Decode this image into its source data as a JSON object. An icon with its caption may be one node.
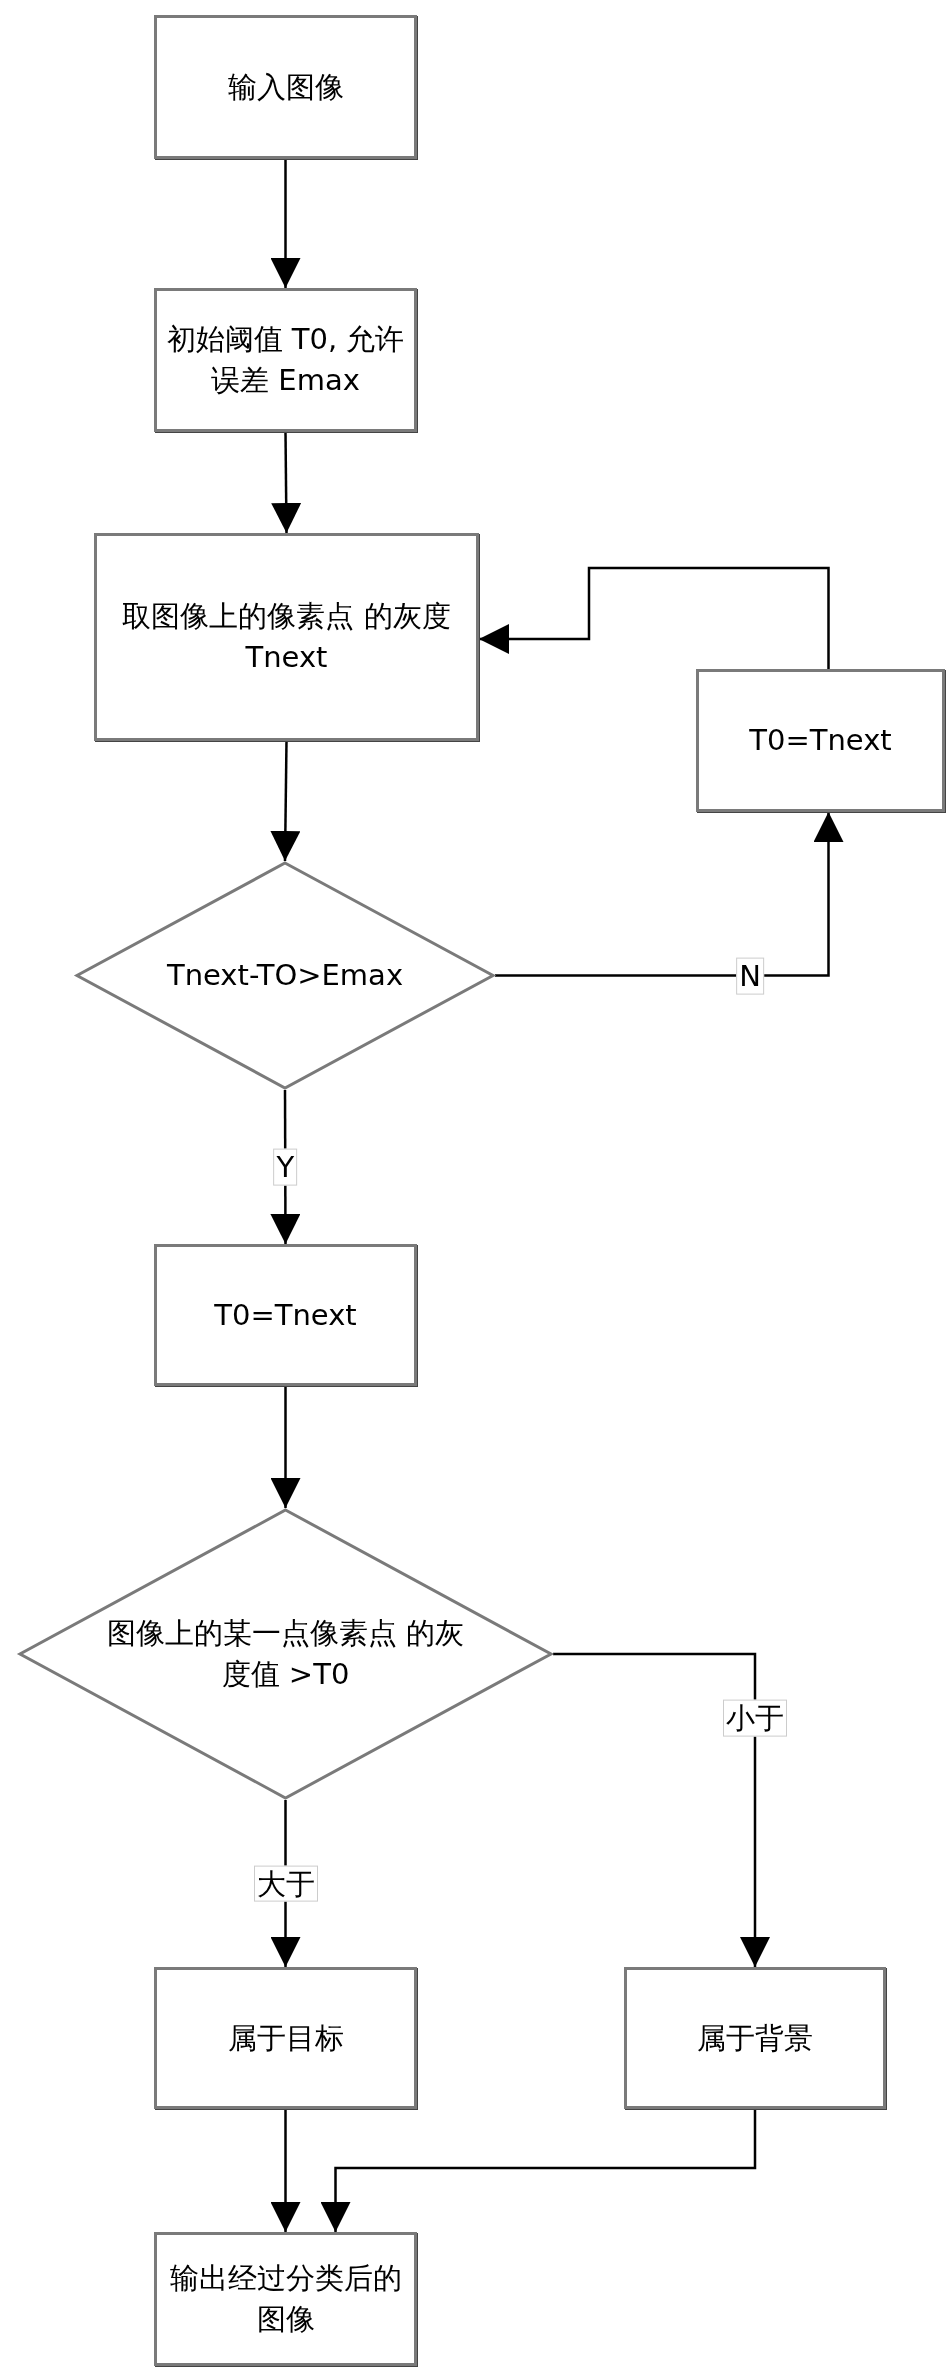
{
  "diagram": {
    "nodes": [
      {
        "text": [
          "输入图像"
        ]
      },
      {
        "text": [
          "初始阈值 T0, 允许误差 Emax"
        ]
      },
      {
        "text": [
          "取图像上的像素点 的灰度 Tnext"
        ]
      },
      {
        "text": [
          "T0=Tnext"
        ]
      },
      {
        "text": [
          "Tnext-TO>Emax"
        ]
      },
      {
        "text": [
          "T0=Tnext"
        ]
      },
      {
        "text": [
          "图像上的某一点像素点 的灰度值 >T0"
        ]
      },
      {
        "text": [
          "属于目标"
        ]
      },
      {
        "text": [
          "属于背景"
        ]
      },
      {
        "text": [
          "输出经过分类后的图像"
        ]
      }
    ],
    "edges": [
      {
        "from": 0,
        "to": 1,
        "arrow": "to"
      },
      {
        "from": 1,
        "to": 2,
        "arrow": "to"
      },
      {
        "from": 2,
        "to": 4,
        "arrow": "to"
      },
      {
        "from": 4,
        "to": 3,
        "arrow": "to",
        "label": "N"
      },
      {
        "from": 3,
        "to": 2,
        "arrow": "to"
      },
      {
        "from": 4,
        "to": 5,
        "arrow": "to",
        "label": "Y"
      },
      {
        "from": 5,
        "to": 6,
        "arrow": "to"
      },
      {
        "from": 6,
        "to": 8,
        "arrow": "to",
        "label": "小于"
      },
      {
        "from": 6,
        "to": 7,
        "arrow": "to",
        "label": "大于"
      },
      {
        "from": 7,
        "to": 9,
        "arrow": "to"
      },
      {
        "from": 8,
        "to": 9,
        "arrow": "to"
      }
    ]
  }
}
